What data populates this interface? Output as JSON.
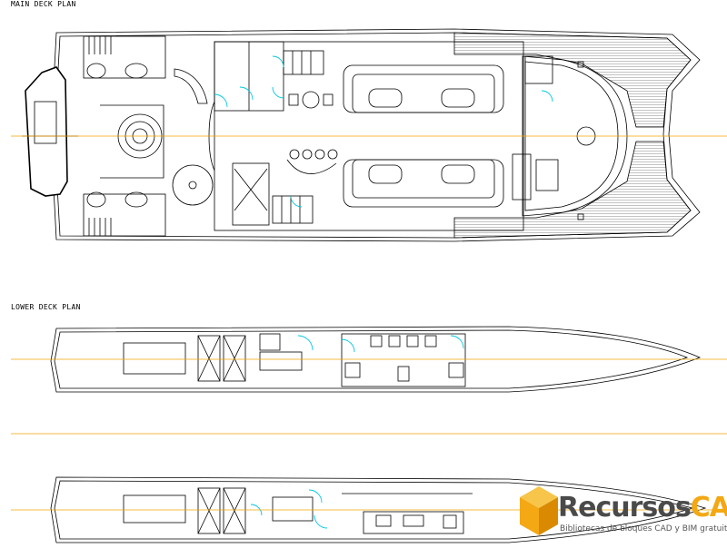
{
  "drawing": {
    "main_deck_title": "MAIN DECK PLAN",
    "lower_deck_title": "LOWER DECK PLAN"
  },
  "watermark": {
    "brand_left": "Recursos",
    "brand_right": "CAD",
    "tagline": "Bibliotecas de bloques CAD y BIM gratuita"
  },
  "colors": {
    "line": "#000000",
    "centerline": "#f0a400",
    "door": "#00c8e0",
    "deck_hatch": "#9a9a9a",
    "watermark_gold": "#f3a814",
    "watermark_gray": "#4a4a4a"
  }
}
